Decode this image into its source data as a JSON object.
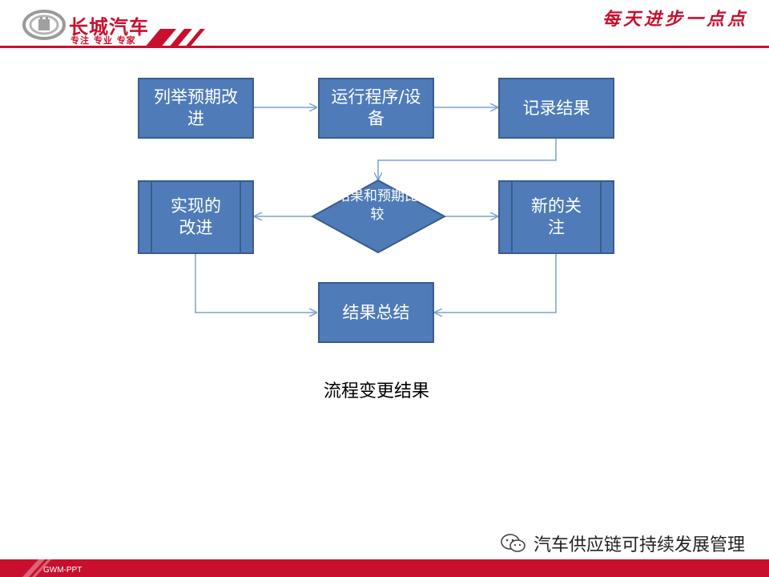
{
  "header": {
    "brand_name": "长城汽车",
    "tagline": "专注 专业 专家",
    "slogan": "每天进步一点点",
    "logo_icon": "great-wall-emblem-icon"
  },
  "diagram": {
    "nodes": {
      "list_improvements": "列举预期改进",
      "run_program": "运行程序/设备",
      "record_results": "记录结果",
      "compare": "结果和预期比较",
      "realized_improvements": "实现的改进",
      "new_concerns": "新的关注",
      "summary": "结果总结"
    },
    "caption": "流程变更结果",
    "colors": {
      "box_fill": "#4f7cb8",
      "box_border": "#385d8a",
      "connector": "#7da2cf",
      "brand_red": "#c8102e"
    }
  },
  "watermark": {
    "text": "汽车供应链可持续发展管理",
    "icon": "wechat-icon"
  },
  "footer": {
    "label": "GWM-PPT"
  }
}
